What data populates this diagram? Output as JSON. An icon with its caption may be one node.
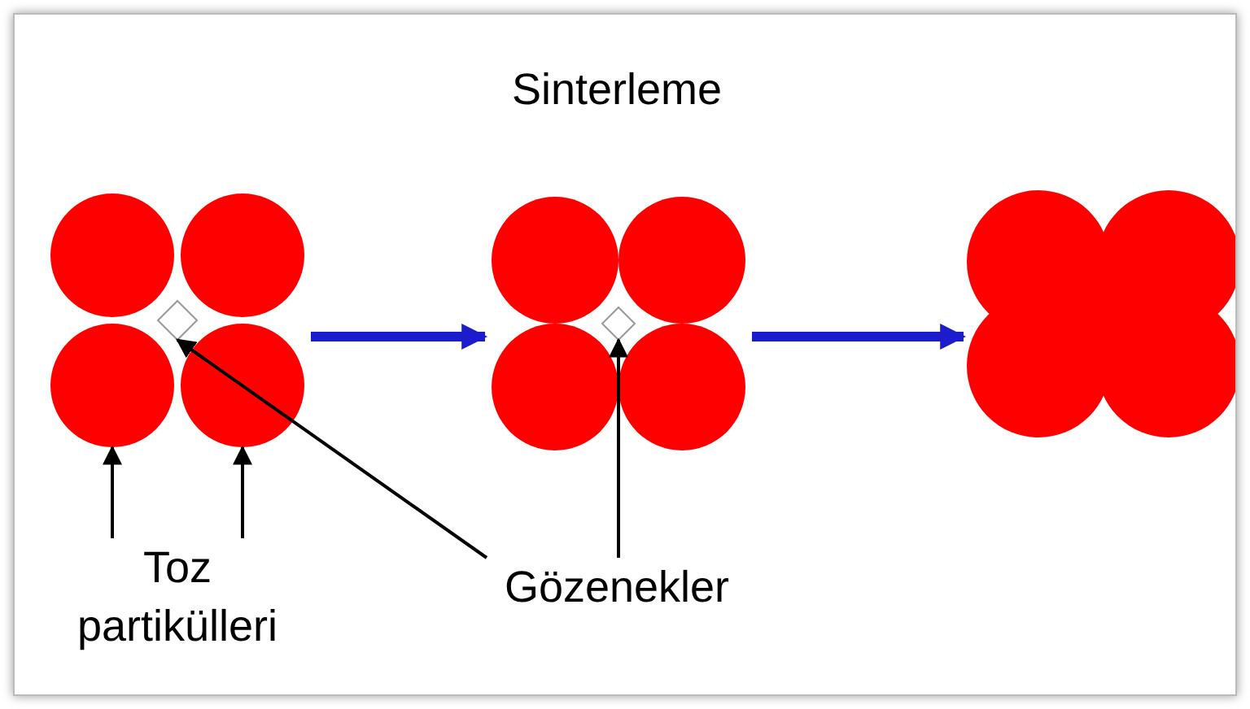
{
  "diagram": {
    "title": "Sinterleme",
    "nodes": [
      {
        "text": [],
        "shape": "circle"
      },
      {
        "text": [],
        "shape": "circle"
      },
      {
        "text": [],
        "shape": "circle"
      },
      {
        "text": [],
        "shape": "circle"
      },
      {
        "text": [],
        "shape": "diamond"
      },
      {
        "text": [],
        "shape": "circle"
      },
      {
        "text": [],
        "shape": "circle"
      },
      {
        "text": [],
        "shape": "circle"
      },
      {
        "text": [],
        "shape": "circle"
      },
      {
        "text": [],
        "shape": "diamond"
      },
      {
        "text": [],
        "shape": "circle"
      },
      {
        "text": [
          "Toz partikülleri"
        ]
      },
      {
        "text": [
          "Gözenekler"
        ]
      }
    ],
    "edges": [
      {
        "from": 3,
        "to": 7,
        "arrow": "to",
        "style": "thick",
        "color": "#1c1ccc"
      },
      {
        "from": 8,
        "to": 10,
        "arrow": "to",
        "style": "thick",
        "color": "#1c1ccc"
      },
      {
        "from": 11,
        "to": 2,
        "arrow": "to",
        "color": "#000000"
      },
      {
        "from": 11,
        "to": 3,
        "arrow": "to",
        "color": "#000000"
      },
      {
        "from": 12,
        "to": 4,
        "arrow": "to",
        "color": "#000000"
      },
      {
        "from": 12,
        "to": 9,
        "arrow": "to",
        "color": "#000000"
      }
    ]
  }
}
